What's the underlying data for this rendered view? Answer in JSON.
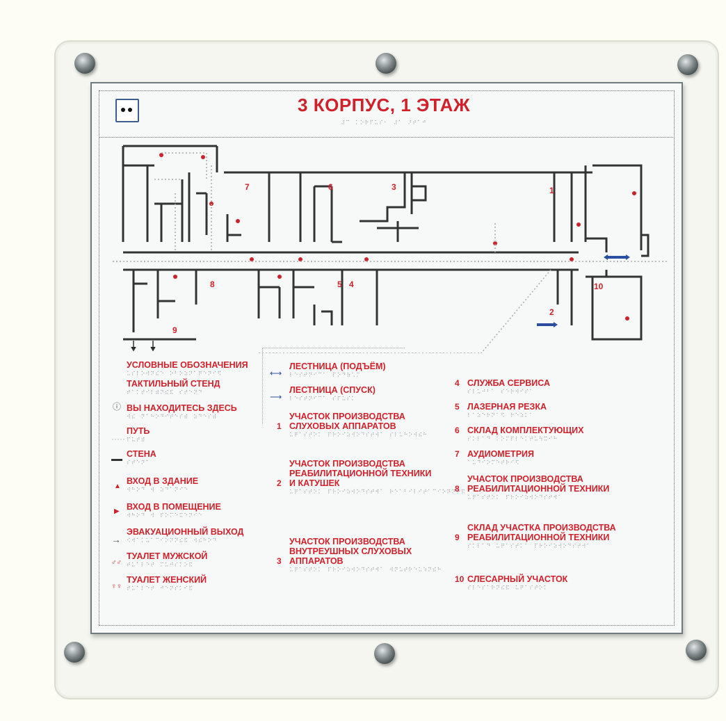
{
  "sign": {
    "title": "3 КОРПУС, 1 ЭТАЖ",
    "title_braille": "⠼⠉⠀⠅⠕⠗⠏⠥⠎⠂⠀⠼⠁⠀⠜⠞⠁⠚",
    "accessibility_icon": "low-vision-eye-icon",
    "accent_color": "#d0212a",
    "wall_color": "#333333",
    "stair_color": "#2a4fa0"
  },
  "rooms": [
    "1",
    "2",
    "3",
    "4",
    "5",
    "6",
    "7",
    "8",
    "9",
    "10"
  ],
  "legend": {
    "items": [
      {
        "label": "УСЛОВНЫЕ ОБОЗНАЧЕНИЯ",
        "braille": "⠥⠎⠇⠕⠺⠝⠮⠑⠀⠕⠃⠕⠵⠝⠁⠟⠑⠝⠊⠫",
        "icon": ""
      },
      {
        "label": "ТАКТИЛЬНЫЙ СТЕНД",
        "braille": "⠞⠁⠅⠞⠊⠇⠾⠝⠮⠯⠀⠎⠞⠑⠝⠙",
        "icon": "info-circle-icon"
      },
      {
        "label": "ВЫ НАХОДИТЕСЬ ЗДЕСЬ",
        "braille": "⠺⠮⠀⠝⠁⠓⠕⠙⠊⠞⠑⠎⠾⠀⠵⠙⠑⠎⠾",
        "icon": ""
      },
      {
        "label": "ПУТЬ",
        "braille": "⠏⠥⠞⠾",
        "icon": "dotted-path-icon"
      },
      {
        "label": "СТЕНА",
        "braille": "⠎⠞⠑⠝⠁",
        "icon": "wall-line-icon"
      },
      {
        "label": "ВХОД В ЗДАНИЕ",
        "braille": "⠺⠓⠕⠙⠀⠺⠀⠵⠙⠁⠝⠊⠑",
        "icon": "building-entrance-icon"
      },
      {
        "label": "ВХОД В ПОМЕЩЕНИЕ",
        "braille": "⠺⠓⠕⠙⠀⠺⠀⠏⠕⠍⠑⠭⠑⠝⠊⠑",
        "icon": "room-entrance-icon"
      },
      {
        "label": "ЭВАКУАЦИОННЫЙ ВЫХОД",
        "braille": "⠪⠺⠁⠅⠥⠁⠉⠊⠕⠝⠝⠮⠯⠀⠺⠮⠓⠕⠙",
        "icon": "evacuation-arrow-icon"
      },
      {
        "label": "ТУАЛЕТ МУЖСКОЙ",
        "braille": "⠞⠥⠁⠇⠑⠞⠀⠍⠥⠚⠎⠅⠕⠯",
        "icon": "mens-toilet-icon"
      },
      {
        "label": "ТУАЛЕТ ЖЕНСКИЙ",
        "braille": "⠞⠥⠁⠇⠑⠞⠀⠚⠑⠝⠎⠅⠊⠯",
        "icon": "womens-toilet-icon"
      }
    ],
    "stairs_up": {
      "label": "ЛЕСТНИЦА (ПОДЪЁМ)",
      "braille": "⠇⠑⠎⠞⠝⠊⠉⠁⠀⠏⠕⠙⠷⠡⠍",
      "icon": "stairs-up-icon"
    },
    "stairs_down": {
      "label": "ЛЕСТНИЦА (СПУСК)",
      "braille": "⠇⠑⠎⠞⠝⠊⠉⠁⠀⠎⠏⠥⠎⠅",
      "icon": "stairs-down-icon"
    },
    "col2": [
      {
        "num": "1",
        "label1": "УЧАСТОК ПРОИЗВОДСТВА",
        "label2": "СЛУХОВЫХ АППАРАТОВ",
        "label3": "",
        "braille": "⠥⠟⠁⠎⠞⠕⠅⠀⠏⠗⠕⠊⠵⠺⠕⠙⠎⠞⠺⠁⠀⠎⠇⠥⠓⠕⠺⠮⠓"
      },
      {
        "num": "2",
        "label1": "УЧАСТОК ПРОИЗВОДСТВА",
        "label2": "РЕАБИЛИТАЦИОННОЙ ТЕХНИКИ",
        "label3": "И КАТУШЕК",
        "braille": "⠥⠟⠁⠎⠞⠕⠅⠀⠏⠗⠕⠊⠵⠺⠕⠙⠎⠞⠺⠁⠀⠗⠑⠁⠃⠊⠇⠊⠞⠁⠉⠊⠕⠝⠝⠕⠯"
      },
      {
        "num": "3",
        "label1": "УЧАСТОК ПРОИЗВОДСТВА",
        "label2": "ВНУТРЕУШНЫХ СЛУХОВЫХ",
        "label3": "АППАРАТОВ",
        "braille": "⠥⠟⠁⠎⠞⠕⠅⠀⠏⠗⠕⠊⠵⠺⠕⠙⠎⠞⠺⠁⠀⠺⠝⠥⠞⠗⠑⠥⠱⠝⠮⠓"
      }
    ],
    "col3": [
      {
        "num": "4",
        "label1": "СЛУЖБА СЕРВИСА",
        "label2": "",
        "braille": "⠎⠇⠥⠚⠃⠁⠀⠎⠑⠗⠺⠊⠎⠁"
      },
      {
        "num": "5",
        "label1": "ЛАЗЕРНАЯ РЕЗКА",
        "label2": "",
        "braille": "⠇⠁⠵⠑⠗⠝⠁⠫⠀⠗⠑⠵⠅⠁"
      },
      {
        "num": "6",
        "label1": "СКЛАД КОМПЛЕКТУЮЩИХ",
        "label2": "",
        "braille": "⠎⠅⠇⠁⠙⠀⠅⠕⠍⠏⠇⠑⠅⠞⠥⠳⠭⠊⠓"
      },
      {
        "num": "7",
        "label1": "АУДИОМЕТРИЯ",
        "label2": "",
        "braille": "⠁⠥⠙⠊⠕⠍⠑⠞⠗⠊⠫"
      },
      {
        "num": "8",
        "label1": "УЧАСТОК ПРОИЗВОДСТВА",
        "label2": "РЕАБИЛИТАЦИОННОЙ ТЕХНИКИ",
        "braille": "⠥⠟⠁⠎⠞⠕⠅⠀⠏⠗⠕⠊⠵⠺⠕⠙⠎⠞⠺⠁"
      },
      {
        "num": "9",
        "label1": "СКЛАД УЧАСТКА ПРОИЗВОДСТВА",
        "label2": "РЕАБИЛИТАЦИОННОЙ ТЕХНИКИ",
        "braille": "⠎⠅⠇⠁⠙⠀⠥⠟⠁⠎⠞⠅⠁⠀⠏⠗⠕⠊⠵⠺⠕⠙⠎⠞⠺⠁"
      },
      {
        "num": "10",
        "label1": "СЛЕСАРНЫЙ УЧАСТОК",
        "label2": "",
        "braille": "⠎⠇⠑⠎⠁⠗⠝⠮⠯⠀⠥⠟⠁⠎⠞⠕⠅"
      }
    ]
  }
}
